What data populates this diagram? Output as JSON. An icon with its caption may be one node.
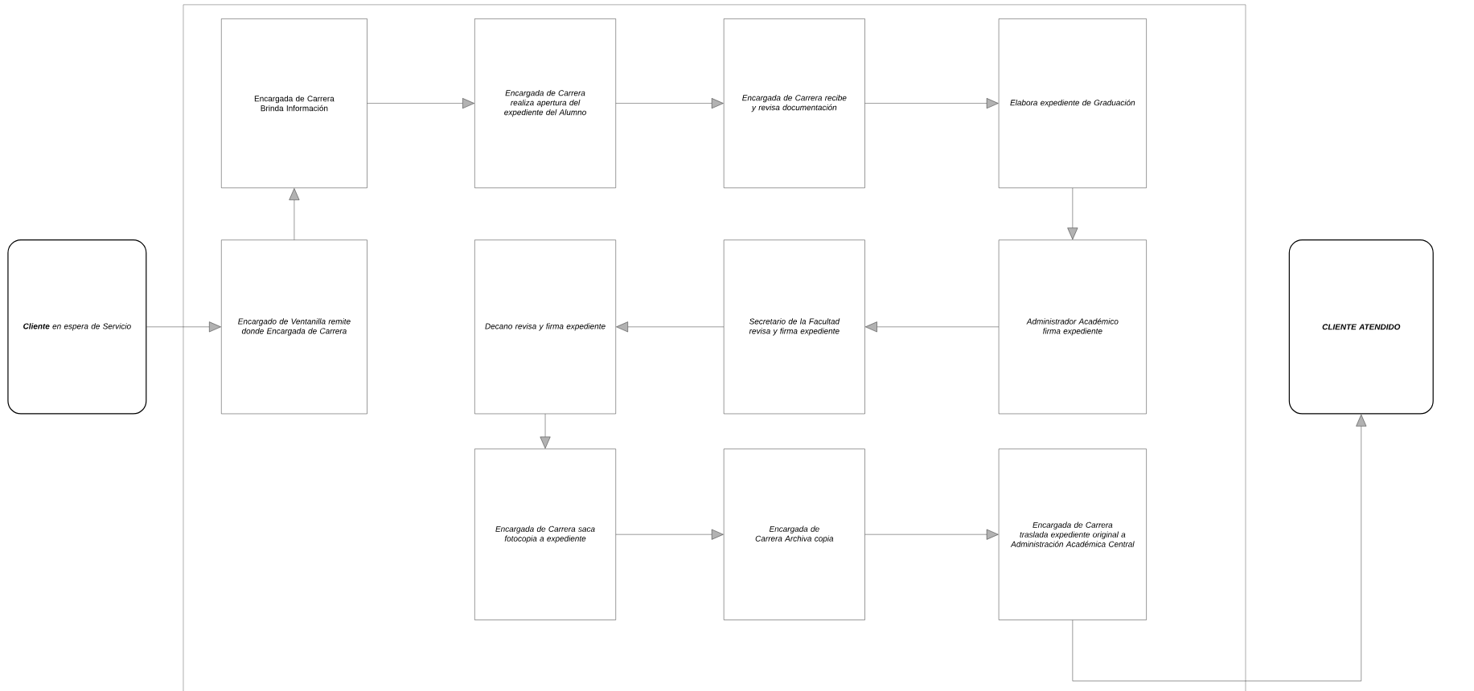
{
  "diagram": {
    "nodes": [
      {
        "text": [
          "**Cliente** en espera de Servicio"
        ]
      },
      {
        "text": [
          "Encargada de Carrera Brinda Información"
        ]
      },
      {
        "text": [
          "Encargada de Carrera realiza apertura del expediente del Alumno"
        ]
      },
      {
        "text": [
          "Encargada de Carrera recibe y revisa documentación"
        ]
      },
      {
        "text": [
          "Elabora expediente de Graduación"
        ]
      },
      {
        "text": [
          "Encargado de Ventanilla remite donde Encargada de Carrera"
        ]
      },
      {
        "text": [
          "Decano revisa y firma expediente"
        ]
      },
      {
        "text": [
          "Secretario de la Facultad revisa y firma expediente"
        ]
      },
      {
        "text": [
          "Administrador Académico firma expediente"
        ]
      },
      {
        "text": [
          "Encargada de Carrera saca fotocopia a expediente"
        ]
      },
      {
        "text": [
          "Encargada de Carrera Archiva copia"
        ]
      },
      {
        "text": [
          "Encargada de Carrera traslada expediente original a Administración Académica Central"
        ]
      },
      {
        "text": [
          "CLIENTE ATENDIDO"
        ]
      }
    ],
    "edges": [
      {
        "from": 0,
        "to": 5,
        "arrow": "to"
      },
      {
        "from": 5,
        "to": 1,
        "arrow": "to"
      },
      {
        "from": 1,
        "to": 2,
        "arrow": "to"
      },
      {
        "from": 2,
        "to": 3,
        "arrow": "to"
      },
      {
        "from": 3,
        "to": 4,
        "arrow": "to"
      },
      {
        "from": 4,
        "to": 8,
        "arrow": "to"
      },
      {
        "from": 8,
        "to": 7,
        "arrow": "to"
      },
      {
        "from": 7,
        "to": 6,
        "arrow": "to"
      },
      {
        "from": 6,
        "to": 9,
        "arrow": "to"
      },
      {
        "from": 9,
        "to": 10,
        "arrow": "to"
      },
      {
        "from": 10,
        "to": 11,
        "arrow": "to"
      },
      {
        "from": 11,
        "to": 12,
        "arrow": "to"
      }
    ]
  }
}
